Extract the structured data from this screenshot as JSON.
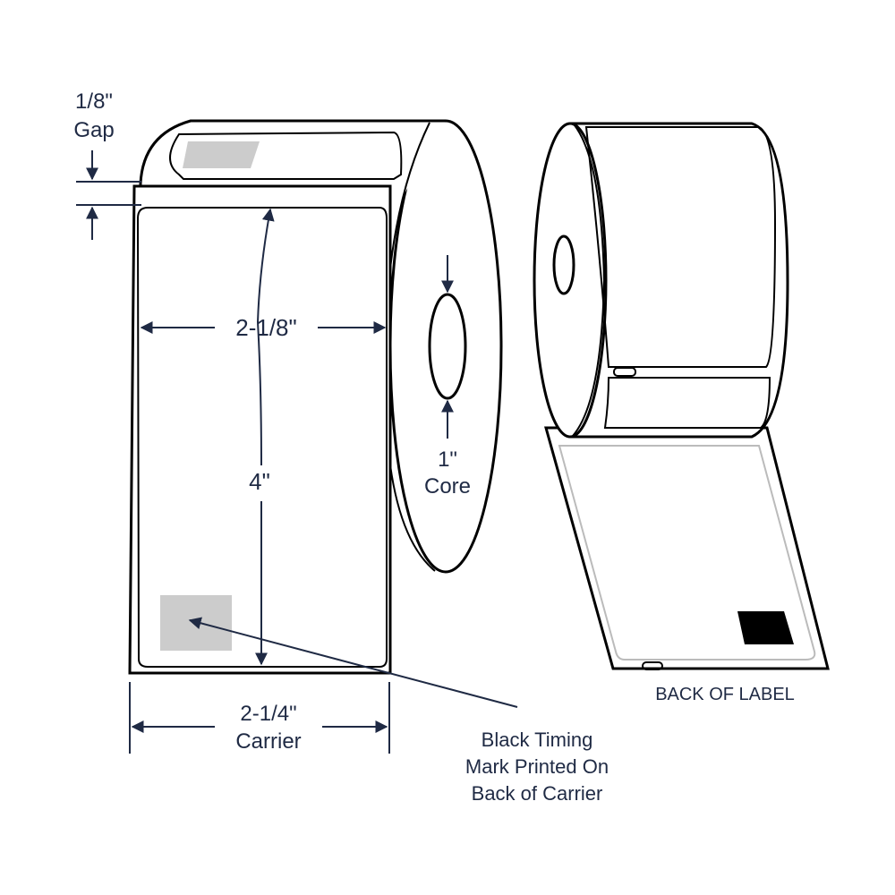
{
  "dimensions": {
    "gap": {
      "value": "1/8\"",
      "caption": "Gap"
    },
    "label_width": "2-1/8\"",
    "label_height": "4\"",
    "core": {
      "value": "1\"",
      "caption": "Core"
    },
    "carrier": {
      "value": "2-1/4\"",
      "caption": "Carrier"
    }
  },
  "callout": {
    "line1": "Black Timing",
    "line2": "Mark Printed On",
    "line3": "Back of Carrier"
  },
  "back_caption": "BACK OF LABEL",
  "colors": {
    "outline": "#000000",
    "dimension": "#1f2a44",
    "timing_mark_front": "#cccccc",
    "timing_mark_back": "#000000",
    "inner_liner": "#bbbbbb"
  }
}
